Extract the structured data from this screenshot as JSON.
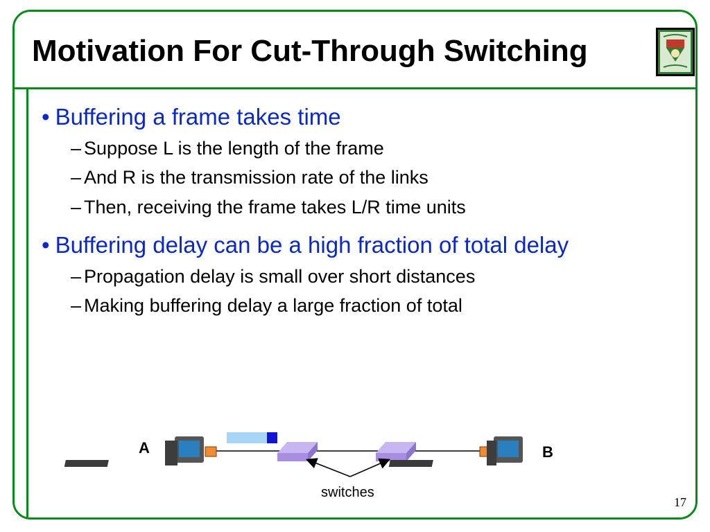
{
  "slide": {
    "title": "Motivation For Cut-Through Switching",
    "page_number": "17",
    "colors": {
      "frame_green": "#0a8a1a",
      "bullet_blue": "#0a28c4",
      "switch_purple": "#a98de0",
      "frame_light_blue": "#a8d4f5",
      "frame_dark_blue": "#1414d9",
      "link_orange": "#f28a30"
    },
    "logo": {
      "icon": "university-crest-icon"
    }
  },
  "bullets": [
    {
      "text": "Buffering a frame takes time",
      "subs": [
        "Suppose L is the length of the frame",
        "And R is the transmission rate of the links",
        "Then, receiving the frame takes L/R time units"
      ]
    },
    {
      "text": "Buffering delay can be a high fraction of total delay",
      "subs": [
        "Propagation delay is small over short distances",
        "Making buffering delay a large fraction of total"
      ]
    }
  ],
  "diagram": {
    "host_a_label": "A",
    "host_b_label": "B",
    "switches_label": "switches",
    "host_icon": "computer-icon",
    "switch_icon": "switch-icon"
  }
}
